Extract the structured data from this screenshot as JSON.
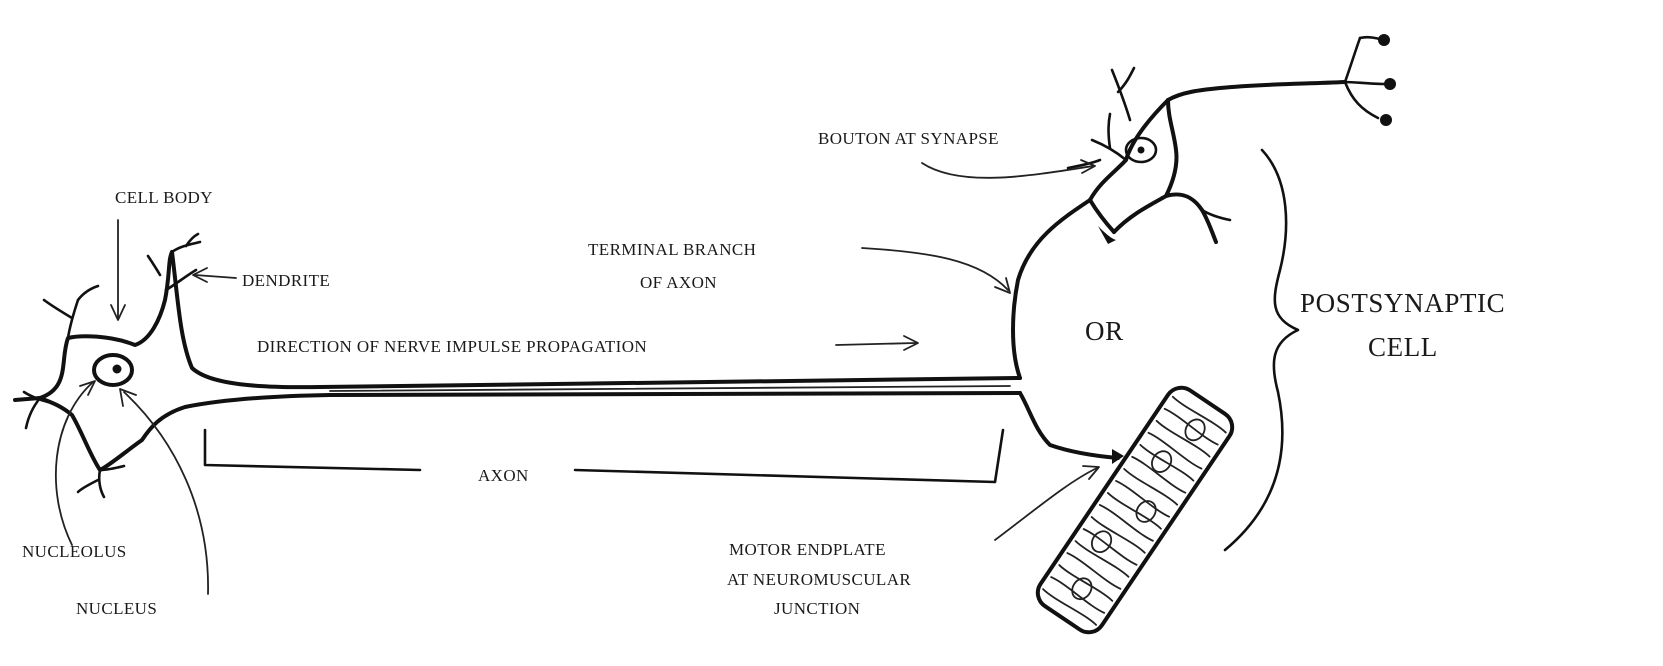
{
  "labels": {
    "cell_body": "CELL BODY",
    "dendrite": "DENDRITE",
    "direction": "DIRECTION OF NERVE IMPULSE PROPAGATION",
    "axon": "AXON",
    "nucleolus": "NUCLEOLUS",
    "nucleus": "NUCLEUS",
    "terminal_branch_line1": "TERMINAL BRANCH",
    "terminal_branch_line2": "OF AXON",
    "bouton": "BOUTON AT SYNAPSE",
    "or": "OR",
    "postsynaptic_line1": "POSTSYNAPTIC",
    "postsynaptic_line2": "CELL",
    "motor_line1": "MOTOR ENDPLATE",
    "motor_line2": "AT NEUROMUSCULAR",
    "motor_line3": "JUNCTION"
  },
  "colors": {
    "ink": "#111111",
    "paper": "#ffffff"
  }
}
